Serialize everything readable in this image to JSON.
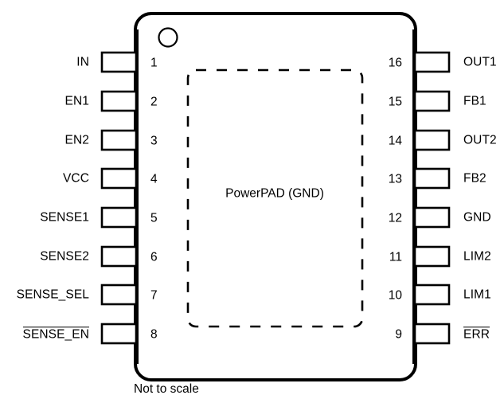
{
  "diagram": {
    "title_note": "Not to scale",
    "center_label": "PowerPAD (GND)",
    "pin1_marker": "pin-1-dot",
    "left_pins": [
      {
        "number": "1",
        "label": "IN",
        "overline": false
      },
      {
        "number": "2",
        "label": "EN1",
        "overline": false
      },
      {
        "number": "3",
        "label": "EN2",
        "overline": false
      },
      {
        "number": "4",
        "label": "VCC",
        "overline": false
      },
      {
        "number": "5",
        "label": "SENSE1",
        "overline": false
      },
      {
        "number": "6",
        "label": "SENSE2",
        "overline": false
      },
      {
        "number": "7",
        "label": "SENSE_SEL",
        "overline": false
      },
      {
        "number": "8",
        "label": "SENSE_EN",
        "overline": true
      }
    ],
    "right_pins": [
      {
        "number": "16",
        "label": "OUT1",
        "overline": false
      },
      {
        "number": "15",
        "label": "FB1",
        "overline": false
      },
      {
        "number": "14",
        "label": "OUT2",
        "overline": false
      },
      {
        "number": "13",
        "label": "FB2",
        "overline": false
      },
      {
        "number": "12",
        "label": "GND",
        "overline": false
      },
      {
        "number": "11",
        "label": "LIM2",
        "overline": false
      },
      {
        "number": "10",
        "label": "LIM1",
        "overline": false
      },
      {
        "number": "9",
        "label": "ERR",
        "overline": true
      }
    ],
    "colors": {
      "outline": "#000000",
      "text": "#000000",
      "background": "#ffffff"
    }
  }
}
